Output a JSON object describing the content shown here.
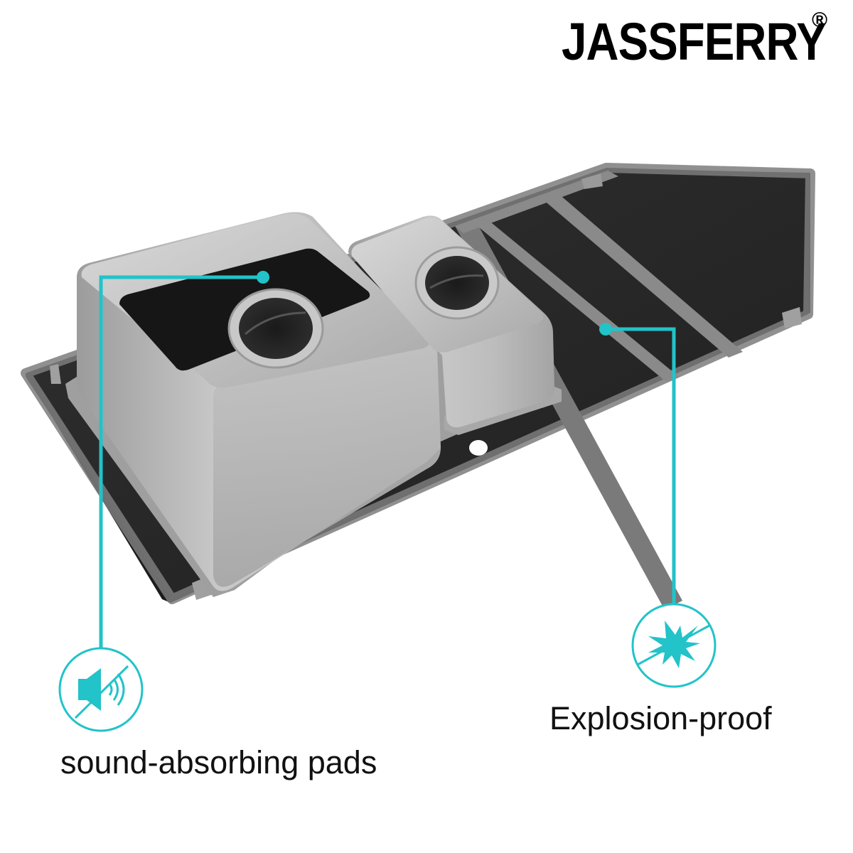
{
  "brand": {
    "name": "JASSFERRY",
    "registered_mark": "®"
  },
  "product": {
    "description": "Double-bowl stainless steel kitchen sink with black tempered glass drainboard (shown upside down)"
  },
  "features": [
    {
      "id": "sound-absorbing",
      "label": "sound-absorbing pads",
      "icon": "muted-speaker-icon",
      "points_to": "black pad on underside of large bowl"
    },
    {
      "id": "explosion-proof",
      "label": "Explosion-proof",
      "icon": "shatter-burst-icon",
      "points_to": "black glass drainboard panel"
    }
  ],
  "colors": {
    "accent": "#22C3C9",
    "text": "#111111",
    "background": "#FFFFFF",
    "glass": "#2B2B2B",
    "steel": "#B8B8B8"
  }
}
